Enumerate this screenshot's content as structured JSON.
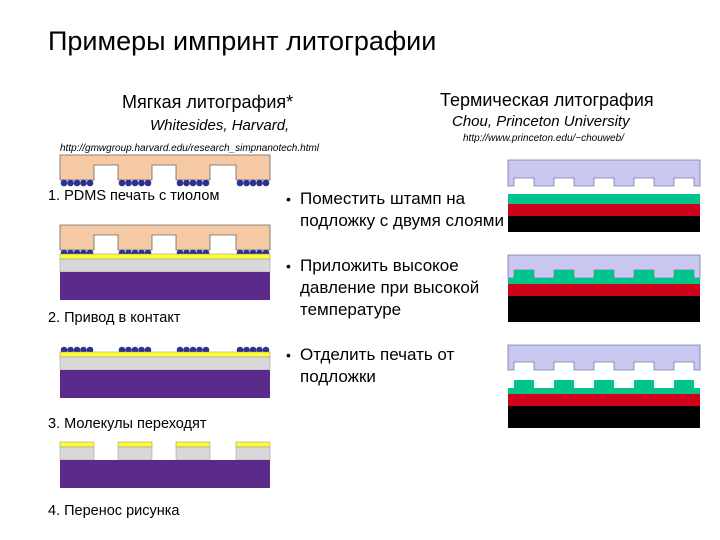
{
  "title": "Примеры импринт литографии",
  "soft": {
    "heading": "Мягкая литография*",
    "authors": "Whitesides, Harvard,",
    "url": "http://gmwgroup.harvard.edu/research_simpnanotech.html",
    "steps": [
      "1. PDMS печать с тиолом",
      "2. Привод в контакт",
      "3. Молекулы переходят",
      "4. Перенос рисунка"
    ]
  },
  "thermal": {
    "heading": "Термическая литография",
    "authors": "Chou, Princeton University",
    "url": "http://www.princeton.edu/~chouweb/",
    "bullets": [
      [
        "Поместить штамп на",
        "подложку с двумя слоями"
      ],
      [
        "Приложить высокое",
        "давление при высокой",
        "температуре"
      ],
      [
        "Отделить печать от",
        "подложки"
      ]
    ]
  },
  "colors": {
    "pdms": "#f5c9a3",
    "thiol": "#2e3192",
    "gold": "#ffff33",
    "substrate_layer": "#d8d8d8",
    "substrate": "#5c2a8a",
    "stamp": "#c8c8f0",
    "resist": "#00c48a",
    "red_layer": "#d0021b",
    "black_base": "#000000"
  }
}
